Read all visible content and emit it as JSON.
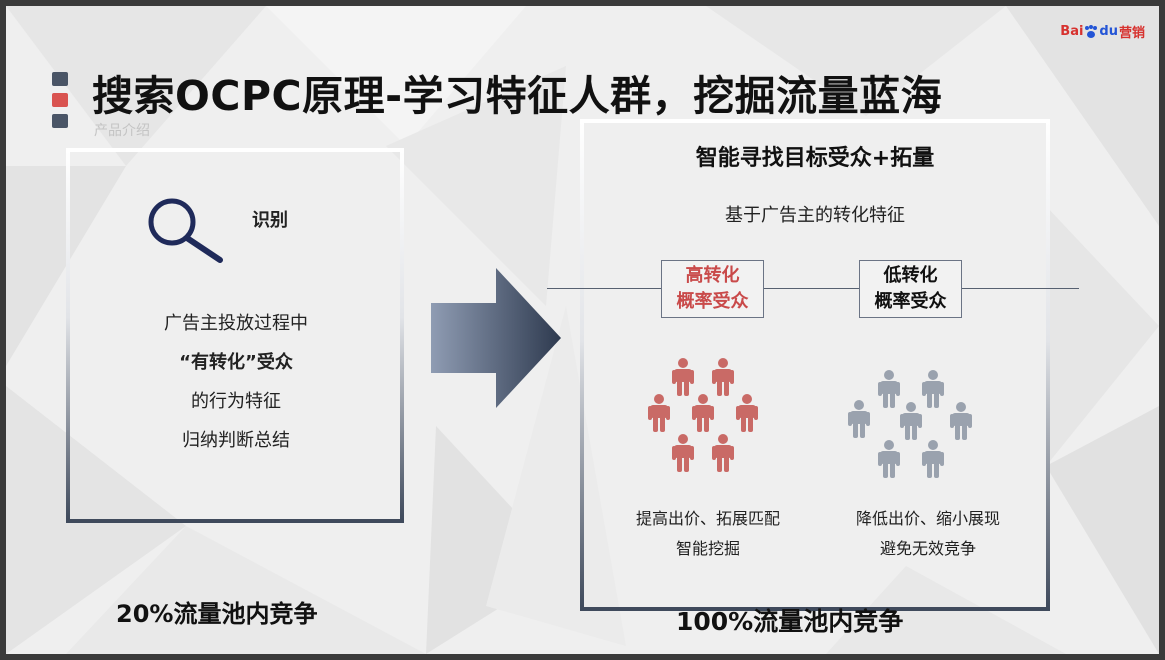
{
  "brand": {
    "name_part1": "Bai",
    "name_part2": "du",
    "name_part3": "营销"
  },
  "colors": {
    "accent_red": "#d9534f",
    "bullet_dark": "#4a5566",
    "high_people": "#c96a66",
    "low_people": "#9aa2ae"
  },
  "header": {
    "title": "搜索OCPC原理-学习特征人群，挖掘流量蓝海",
    "subtitle": "产品介绍"
  },
  "left": {
    "icon_label": "识别",
    "lines": [
      "广告主投放过程中",
      "“有转化”受众",
      "的行为特征",
      "归纳判断总结"
    ],
    "bottom": "20%流量池内竞争"
  },
  "right": {
    "title": "智能寻找目标受众+拓量",
    "subtitle": "基于广告主的转化特征",
    "high": {
      "tag_line1": "高转化",
      "tag_line2": "概率受众",
      "note_line1": "提高出价、拓展匹配",
      "note_line2": "智能挖掘"
    },
    "low": {
      "tag_line1": "低转化",
      "tag_line2": "概率受众",
      "note_line1": "降低出价、缩小展现",
      "note_line2": "避免无效竞争"
    },
    "bottom": "100%流量池内竞争"
  }
}
